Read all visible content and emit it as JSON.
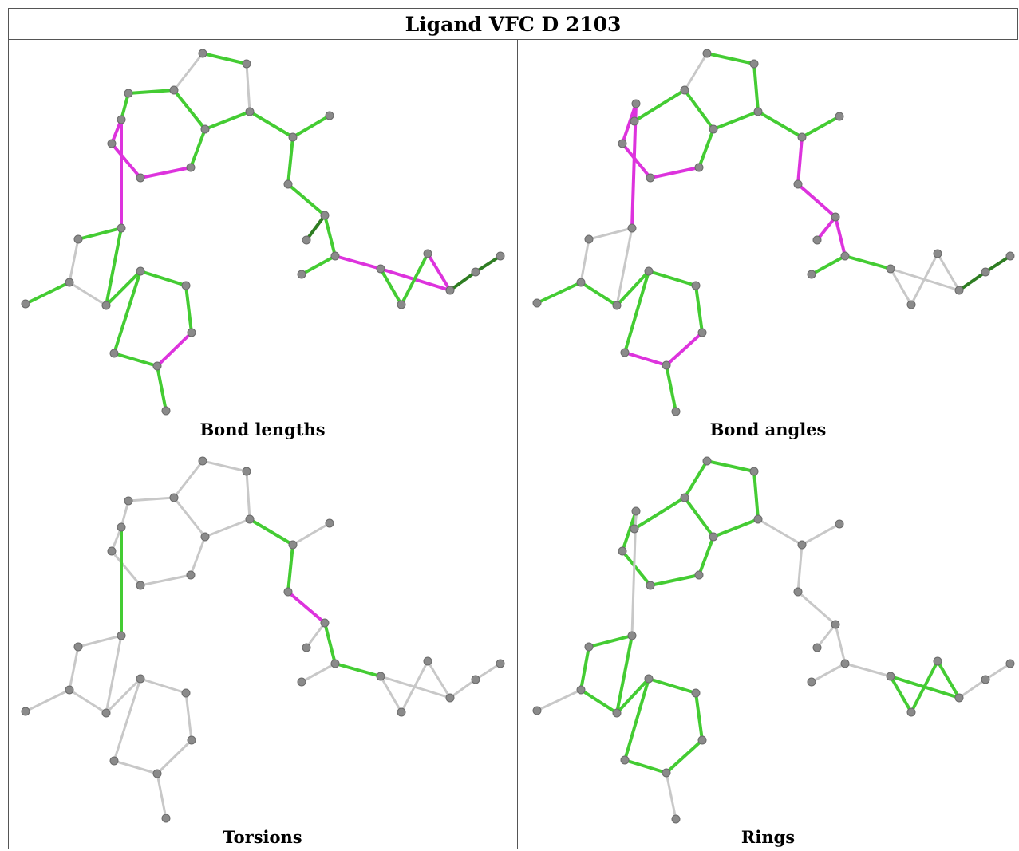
{
  "title": "Ligand VFC D 2103",
  "colors": {
    "good": "#44cc33",
    "outlier": "#dd33dd",
    "neutral": "#c8c8c8",
    "dark": "#2e7d22",
    "atom": "#8a8a8a"
  },
  "panels": [
    {
      "caption": "Bond lengths",
      "bonds": {
        "a1-a2": "good",
        "a2-a3": "neutral",
        "a3-a4": "good",
        "a4-a5": "good",
        "a5-a1": "neutral",
        "a4-a6": "good",
        "a6-a7": "magenta",
        "a7-a8": "magenta",
        "a8-a9": "magenta",
        "a9-a10": "good",
        "a10-a5": "good",
        "a9-a11": "magenta",
        "a11-a12": "good",
        "a12-a13": "neutral",
        "a13-a14": "good",
        "a13-a15": "neutral",
        "a15-a11": "good",
        "a15-a16": "good",
        "a16-a17": "good",
        "a17-a18": "good",
        "a18-a19": "magenta",
        "a19-a20": "good",
        "a20-a16": "good",
        "a19-a21": "good",
        "a3-a22": "good",
        "a22-a23": "good",
        "a22-a24": "good",
        "a24-a25": "good",
        "a25-a26": "dark",
        "a25-a27": "good",
        "a27-a28": "good",
        "a27-a29": "magenta",
        "a29-a30": "magenta",
        "a30-a31": "magenta",
        "a31-a32": "good",
        "a32-a29": "good",
        "a30-a33": "dark",
        "a33-a34": "dark"
      }
    },
    {
      "caption": "Bond angles",
      "bonds": {
        "a1-a2": "good",
        "a2-a3": "good",
        "a3-a4": "good",
        "a4-a5": "good",
        "a5-a1": "neutral",
        "a4-a6": "good",
        "a6-a7": "magenta",
        "a7-a8": "magenta",
        "a8-a9": "magenta",
        "a9-a10": "magenta",
        "a10-a5": "good",
        "a9-a11": "magenta",
        "a11-a12": "neutral",
        "a12-a13": "neutral",
        "a13-a14": "good",
        "a13-a15": "good",
        "a15-a11": "neutral",
        "a15-a16": "good",
        "a16-a17": "good",
        "a17-a18": "good",
        "a18-a19": "magenta",
        "a19-a20": "magenta",
        "a20-a16": "good",
        "a19-a21": "good",
        "a3-a22": "good",
        "a22-a23": "good",
        "a22-a24": "magenta",
        "a24-a25": "magenta",
        "a25-a26": "magenta",
        "a25-a27": "magenta",
        "a27-a28": "good",
        "a27-a29": "good",
        "a29-a30": "neutral",
        "a30-a31": "neutral",
        "a31-a32": "neutral",
        "a32-a29": "neutral",
        "a30-a33": "dark",
        "a33-a34": "dark"
      }
    },
    {
      "caption": "Torsions",
      "bonds": {
        "a1-a2": "neutral",
        "a2-a3": "neutral",
        "a3-a4": "neutral",
        "a4-a5": "neutral",
        "a5-a1": "neutral",
        "a4-a6": "neutral",
        "a6-a7": "neutral",
        "a7-a8": "neutral",
        "a8-a9": "neutral",
        "a9-a10": "neutral",
        "a10-a5": "neutral",
        "a9-a11": "good",
        "a11-a12": "neutral",
        "a12-a13": "neutral",
        "a13-a14": "neutral",
        "a13-a15": "neutral",
        "a15-a11": "neutral",
        "a15-a16": "neutral",
        "a16-a17": "neutral",
        "a17-a18": "neutral",
        "a18-a19": "neutral",
        "a19-a20": "neutral",
        "a20-a16": "neutral",
        "a19-a21": "neutral",
        "a3-a22": "good",
        "a22-a23": "neutral",
        "a22-a24": "good",
        "a24-a25": "magenta",
        "a25-a26": "neutral",
        "a25-a27": "good",
        "a27-a28": "neutral",
        "a27-a29": "good",
        "a29-a30": "neutral",
        "a30-a31": "neutral",
        "a31-a32": "neutral",
        "a32-a29": "neutral",
        "a30-a33": "neutral",
        "a33-a34": "neutral"
      }
    },
    {
      "caption": "Rings",
      "bonds": {
        "a1-a2": "good",
        "a2-a3": "good",
        "a3-a4": "good",
        "a4-a5": "good",
        "a5-a1": "good",
        "a4-a6": "good",
        "a6-a7": "good",
        "a7-a8": "good",
        "a8-a9": "good",
        "a9-a10": "good",
        "a10-a5": "good",
        "a9-a11": "neutral",
        "a11-a12": "good",
        "a12-a13": "good",
        "a13-a14": "neutral",
        "a13-a15": "good",
        "a15-a11": "good",
        "a15-a16": "good",
        "a16-a17": "good",
        "a17-a18": "good",
        "a18-a19": "good",
        "a19-a20": "good",
        "a20-a16": "good",
        "a19-a21": "neutral",
        "a3-a22": "neutral",
        "a22-a23": "neutral",
        "a22-a24": "neutral",
        "a24-a25": "neutral",
        "a25-a26": "neutral",
        "a25-a27": "neutral",
        "a27-a28": "neutral",
        "a27-a29": "neutral",
        "a29-a30": "good",
        "a30-a31": "good",
        "a31-a32": "good",
        "a32-a29": "good",
        "a30-a33": "neutral",
        "a33-a34": "neutral"
      }
    }
  ]
}
